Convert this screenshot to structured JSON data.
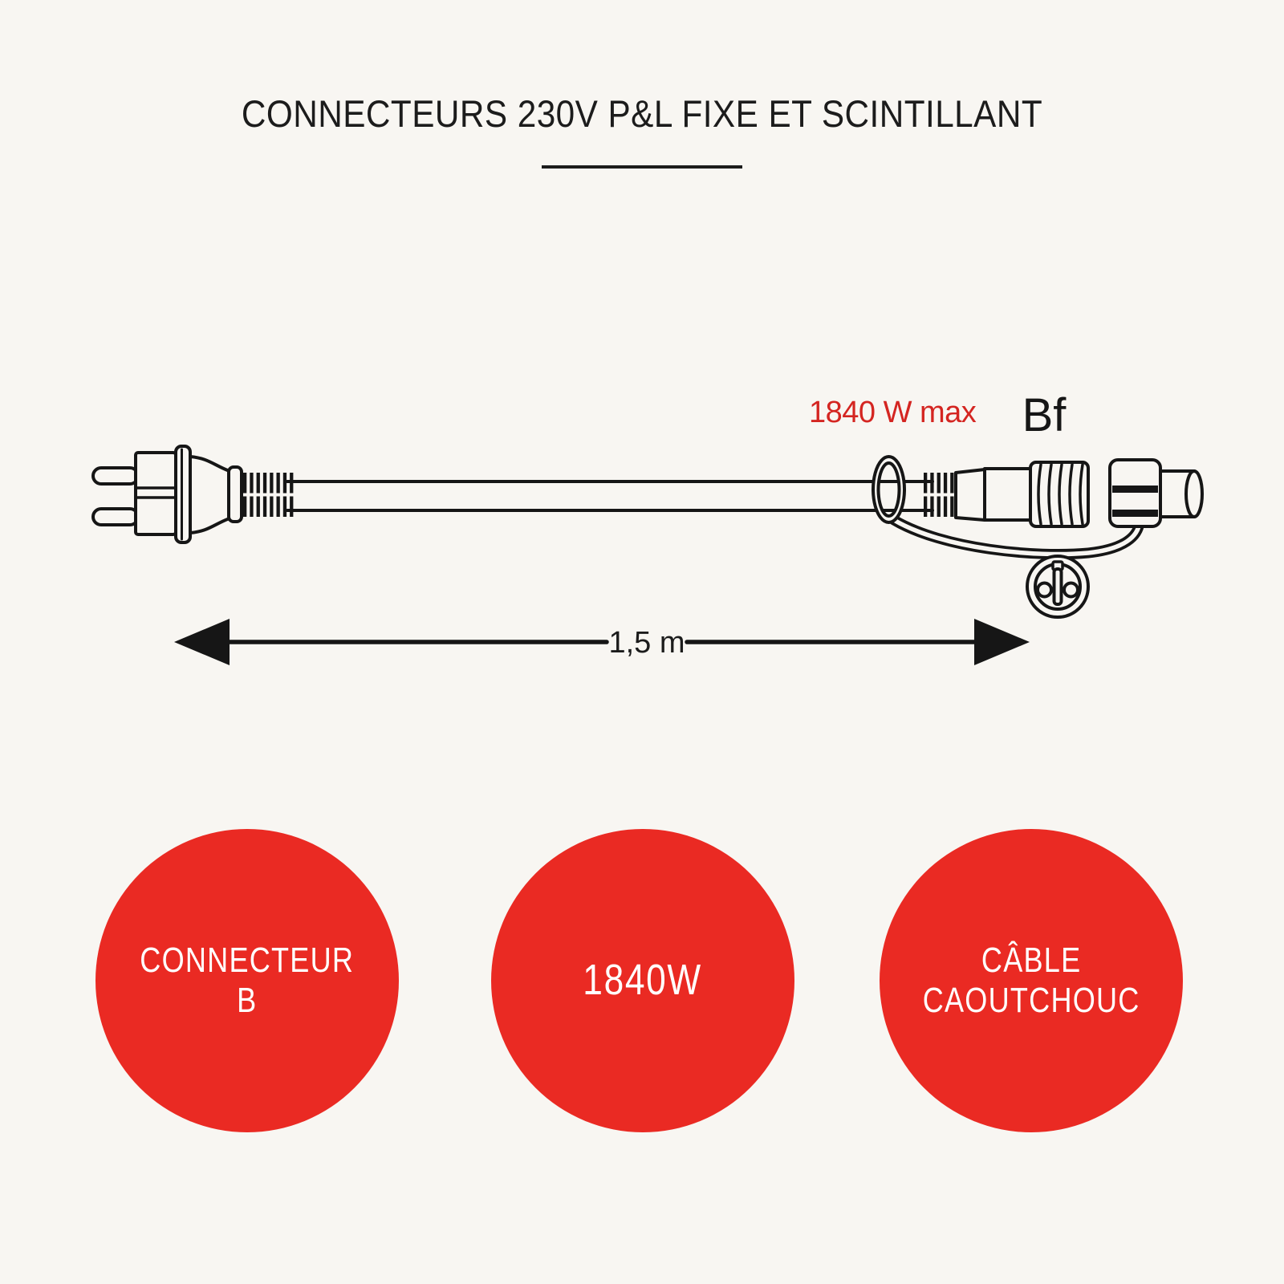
{
  "title": "CONNECTEURS 230V P&L FIXE ET SCINTILLANT",
  "diagram": {
    "power_label": "1840 W max",
    "connector_code_label": "Bf",
    "length_label": "1,5 m"
  },
  "badges": [
    {
      "line1": "CONNECTEUR",
      "line2": "B"
    },
    {
      "line1": "1840W",
      "line2": ""
    },
    {
      "line1": "CÂBLE",
      "line2": "CAOUTCHOUC"
    }
  ],
  "colors": {
    "badge_red": "#ea2a23",
    "label_red": "#d42521",
    "ink": "#161616",
    "background": "#f8f6f2"
  }
}
